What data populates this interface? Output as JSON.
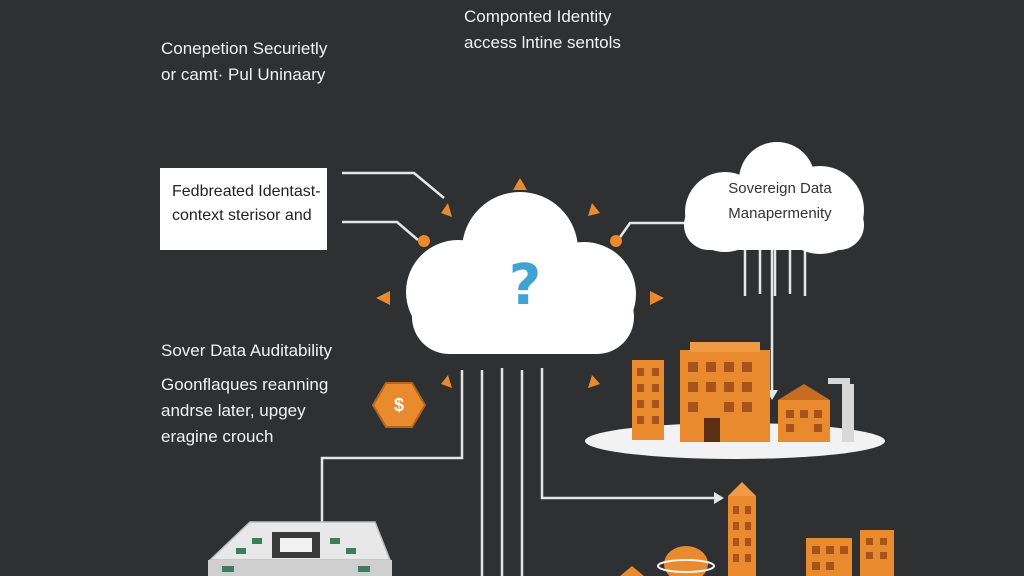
{
  "texts": {
    "top_caption": [
      "Componted Identity",
      "access lntine sentols"
    ],
    "left_top": [
      "Conepetion Securietly",
      "or camt· Pul Uninaary"
    ],
    "left_box": [
      "Fedbreated Identast-",
      "context sterisor and"
    ],
    "left_bottom": [
      "Sover Data Auditability",
      "Goonflaques reanning",
      "andrse later, upgey",
      "eragine crouch"
    ],
    "cloud_right": [
      "Sovereign Data",
      "Manapermenity"
    ]
  },
  "icons": {
    "center_cloud": "question-mark-cloud-icon",
    "question_mark": "?",
    "coin": "dollar-coin-icon",
    "coin_symbol": "$"
  },
  "colors": {
    "background": "#2f3032",
    "accent": "#e98a2e",
    "cloud": "#ffffff",
    "question": "#3ea3d3",
    "line": "#e6e6e6"
  }
}
